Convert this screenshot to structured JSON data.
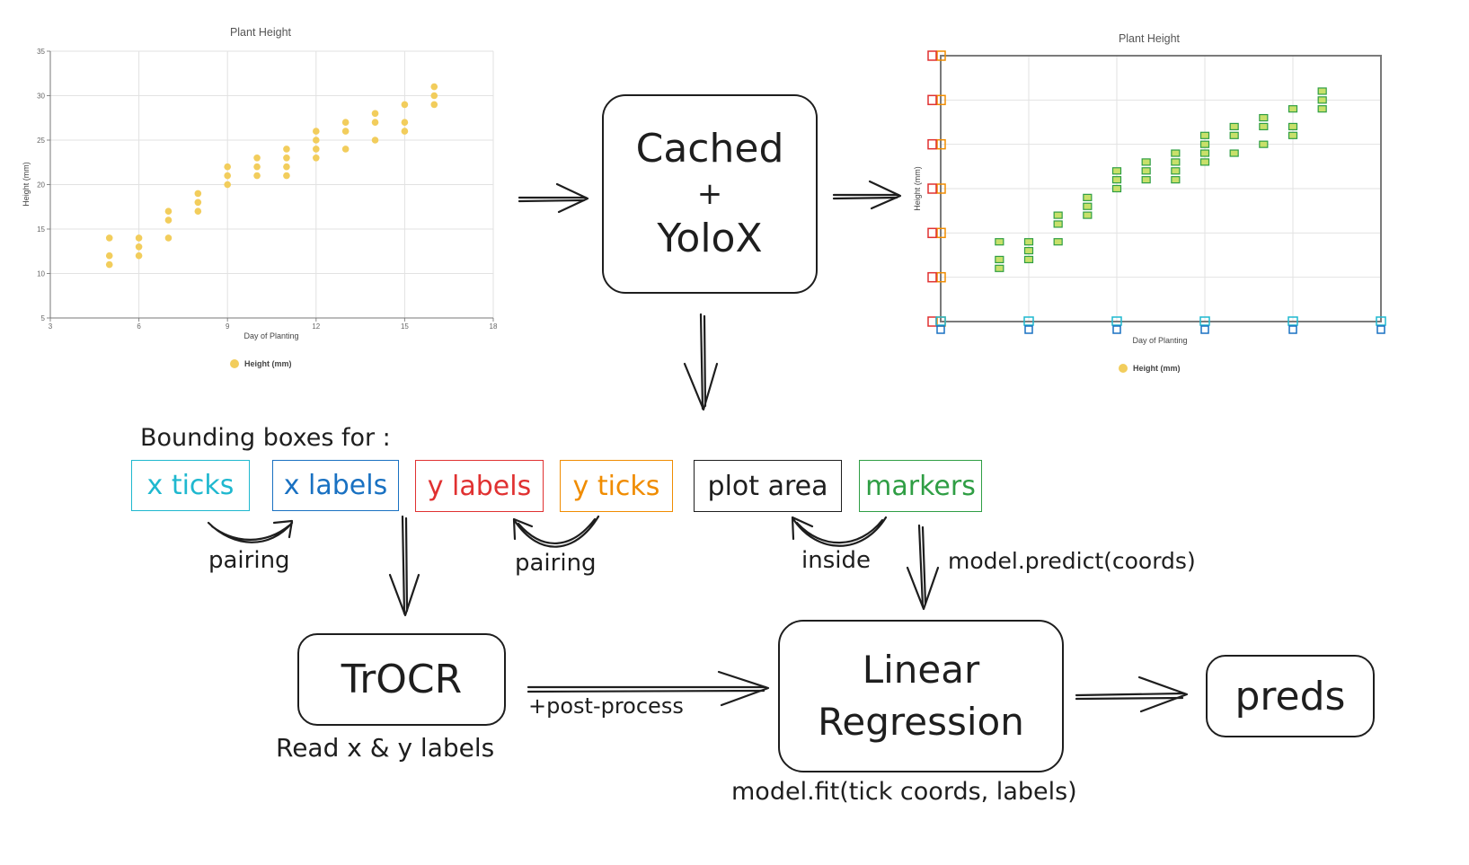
{
  "chart_data": [
    {
      "type": "scatter",
      "title": "Plant Height",
      "xlabel": "Day of Planting",
      "ylabel": "Height (mm)",
      "xlim": [
        3,
        18
      ],
      "ylim": [
        5,
        35
      ],
      "xticks": [
        "3",
        "6",
        "9",
        "12",
        "15",
        "18"
      ],
      "yticks": [
        "5",
        "10",
        "15",
        "20",
        "25",
        "30",
        "35"
      ],
      "grid": true,
      "legend_placement": "bottom",
      "series": [
        {
          "name": "Height (mm)",
          "color": "#f2cd5c",
          "points": [
            [
              5,
              11
            ],
            [
              5,
              12
            ],
            [
              5,
              14
            ],
            [
              6,
              12
            ],
            [
              6,
              13
            ],
            [
              6,
              14
            ],
            [
              7,
              14
            ],
            [
              7,
              16
            ],
            [
              7,
              17
            ],
            [
              8,
              17
            ],
            [
              8,
              18
            ],
            [
              8,
              19
            ],
            [
              9,
              20
            ],
            [
              9,
              21
            ],
            [
              9,
              22
            ],
            [
              10,
              21
            ],
            [
              10,
              22
            ],
            [
              10,
              23
            ],
            [
              11,
              21
            ],
            [
              11,
              22
            ],
            [
              11,
              23
            ],
            [
              11,
              24
            ],
            [
              12,
              23
            ],
            [
              12,
              24
            ],
            [
              12,
              25
            ],
            [
              12,
              26
            ],
            [
              13,
              24
            ],
            [
              13,
              26
            ],
            [
              13,
              27
            ],
            [
              14,
              25
            ],
            [
              14,
              27
            ],
            [
              14,
              28
            ],
            [
              15,
              26
            ],
            [
              15,
              27
            ],
            [
              15,
              29
            ],
            [
              16,
              29
            ],
            [
              16,
              30
            ],
            [
              16,
              31
            ]
          ]
        }
      ]
    },
    {
      "type": "scatter",
      "title": "Plant Height",
      "xlabel": "Day of Planting",
      "ylabel": "Height (mm)",
      "xlim": [
        3,
        18
      ],
      "ylim": [
        5,
        35
      ],
      "grid": true,
      "legend_placement": "bottom",
      "annotated": true,
      "series": [
        {
          "name": "Height (mm)",
          "color": "#f2cd5c",
          "points": [
            [
              5,
              11
            ],
            [
              5,
              12
            ],
            [
              5,
              14
            ],
            [
              6,
              12
            ],
            [
              6,
              13
            ],
            [
              6,
              14
            ],
            [
              7,
              14
            ],
            [
              7,
              16
            ],
            [
              7,
              17
            ],
            [
              8,
              17
            ],
            [
              8,
              18
            ],
            [
              8,
              19
            ],
            [
              9,
              20
            ],
            [
              9,
              21
            ],
            [
              9,
              22
            ],
            [
              10,
              21
            ],
            [
              10,
              22
            ],
            [
              10,
              23
            ],
            [
              11,
              21
            ],
            [
              11,
              22
            ],
            [
              11,
              23
            ],
            [
              11,
              24
            ],
            [
              12,
              23
            ],
            [
              12,
              24
            ],
            [
              12,
              25
            ],
            [
              12,
              26
            ],
            [
              13,
              24
            ],
            [
              13,
              26
            ],
            [
              13,
              27
            ],
            [
              14,
              25
            ],
            [
              14,
              27
            ],
            [
              14,
              28
            ],
            [
              15,
              26
            ],
            [
              15,
              27
            ],
            [
              15,
              29
            ],
            [
              16,
              29
            ],
            [
              16,
              30
            ],
            [
              16,
              31
            ]
          ]
        }
      ]
    }
  ],
  "colors": {
    "x_ticks": "#1fb8cf",
    "x_labels": "#1971c2",
    "y_labels": "#e03131",
    "y_ticks": "#f08c00",
    "plot_area": "#1e1e1e",
    "markers": "#2f9e44",
    "marker_fill": "#c8e06a",
    "ink": "#1e1e1e"
  },
  "diagram": {
    "cached_box": {
      "line1": "Cached",
      "line2": "+",
      "line3": "YoloX"
    },
    "bbox_heading": "Bounding boxes for :",
    "bboxes": [
      {
        "label": "x ticks",
        "color_key": "x_ticks"
      },
      {
        "label": "x labels",
        "color_key": "x_labels"
      },
      {
        "label": "y labels",
        "color_key": "y_labels"
      },
      {
        "label": "y ticks",
        "color_key": "y_ticks"
      },
      {
        "label": "plot area",
        "color_key": "plot_area"
      },
      {
        "label": "markers",
        "color_key": "markers"
      }
    ],
    "pairing_left": "pairing",
    "pairing_right": "pairing",
    "inside": "inside",
    "predict_label": "model.predict(coords)",
    "trocr": "TrOCR",
    "trocr_caption": "Read x & y labels",
    "post_process": "+post-process",
    "linear_line1": "Linear",
    "linear_line2": "Regression",
    "fit_caption": "model.fit(tick coords, labels)",
    "preds": "preds"
  }
}
